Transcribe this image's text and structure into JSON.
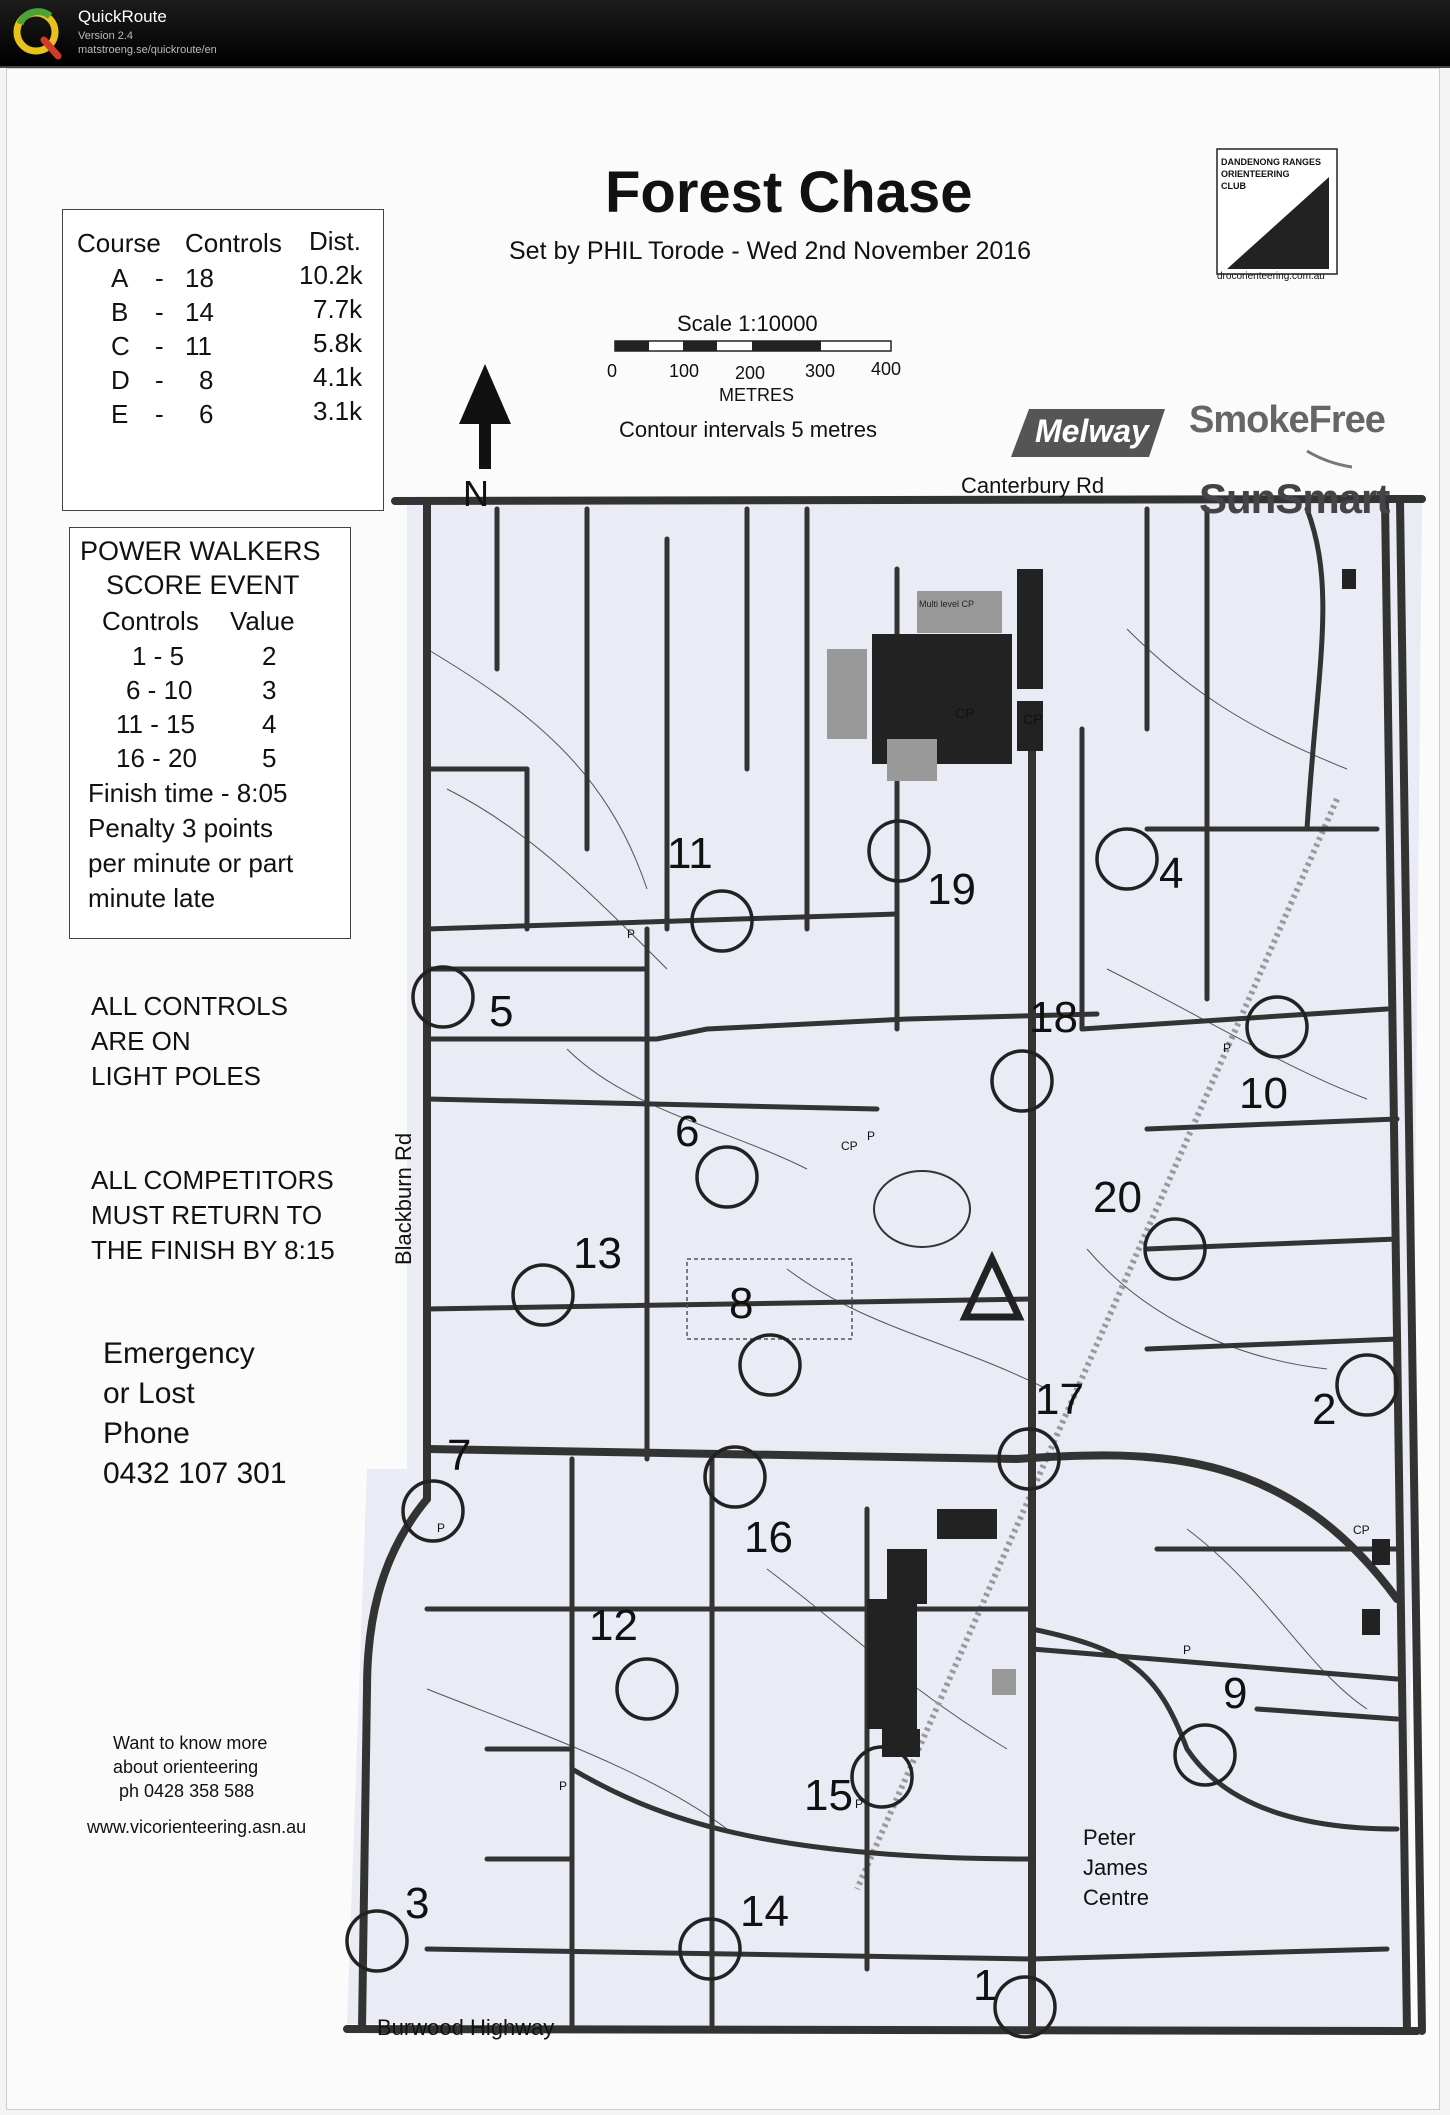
{
  "app": {
    "title": "QuickRoute",
    "version": "Version 2.4",
    "url": "matstroeng.se/quickroute/en"
  },
  "map": {
    "title": "Forest Chase",
    "subtitle": "Set by PHIL Torode - Wed 2nd November 2016",
    "scale": {
      "label": "Scale 1:10000",
      "ticks": [
        "0",
        "100",
        "200",
        "300",
        "400"
      ],
      "unit": "METRES",
      "contour": "Contour intervals 5 metres"
    },
    "north": "N",
    "club": {
      "name_lines": [
        "DANDENONG RANGES",
        "ORIENTEERING",
        "CLUB"
      ],
      "website": "drocorienteering.com.au"
    },
    "sponsors": [
      "Melway",
      "SmokeFree",
      "SunSmart"
    ],
    "courses": {
      "headers": [
        "Course",
        "Controls",
        "Dist."
      ],
      "rows": [
        {
          "course": "A",
          "sep": "-",
          "controls": "18",
          "dist": "10.2k"
        },
        {
          "course": "B",
          "sep": "-",
          "controls": "14",
          "dist": "7.7k"
        },
        {
          "course": "C",
          "sep": "-",
          "controls": "11",
          "dist": "5.8k"
        },
        {
          "course": "D",
          "sep": "-",
          "controls": "8",
          "dist": "4.1k"
        },
        {
          "course": "E",
          "sep": "-",
          "controls": "6",
          "dist": "3.1k"
        }
      ]
    },
    "power_walkers": {
      "title1": "POWER WALKERS",
      "title2": "SCORE EVENT",
      "headers": [
        "Controls",
        "Value"
      ],
      "rows": [
        {
          "range": "1 - 5",
          "value": "2"
        },
        {
          "range": "6 - 10",
          "value": "3"
        },
        {
          "range": "11 - 15",
          "value": "4"
        },
        {
          "range": "16 - 20",
          "value": "5"
        }
      ],
      "finish": "Finish time - 8:05",
      "penalty_lines": [
        "Penalty 3 points",
        "per minute or part",
        "minute late"
      ]
    },
    "notes": {
      "controls_lines": [
        "ALL CONTROLS",
        "ARE ON",
        "LIGHT POLES"
      ],
      "return_lines": [
        "ALL COMPETITORS",
        "MUST RETURN TO",
        "THE FINISH BY 8:15"
      ],
      "emergency_lines": [
        "Emergency",
        "or Lost",
        "Phone",
        "0432 107 301"
      ],
      "more_lines": [
        "Want to know more",
        "about orienteering",
        "ph 0428 358 588",
        "www.vicorienteering.asn.au"
      ]
    },
    "roads": {
      "canterbury": "Canterbury Rd",
      "blackburn": "Blackburn Rd",
      "burwood": "Burwood Highway"
    },
    "place": {
      "lines": [
        "Peter",
        "James",
        "Centre"
      ]
    },
    "markers": {
      "cp": "CP",
      "parking": "P",
      "multi_level": "Multi level CP"
    },
    "controls": [
      "1",
      "2",
      "3",
      "4",
      "5",
      "6",
      "7",
      "8",
      "9",
      "10",
      "11",
      "12",
      "13",
      "14",
      "15",
      "16",
      "17",
      "18",
      "19",
      "20"
    ]
  }
}
